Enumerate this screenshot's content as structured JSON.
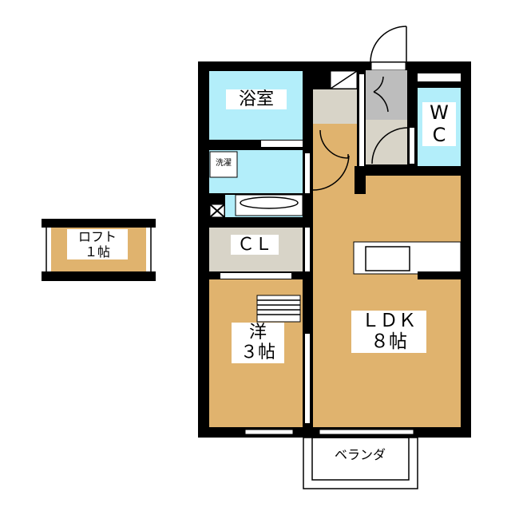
{
  "rooms": {
    "bath": "浴室",
    "wc_line1": "W",
    "wc_line2": "C",
    "laundry": "洗濯",
    "closet": "ＣＬ",
    "western_line1": "洋",
    "western_line2": "３帖",
    "ldk_line1": "ＬＤＫ",
    "ldk_line2": "８帖",
    "balcony": "ベランダ",
    "loft_line1": "ロフト",
    "loft_line2": "１帖"
  },
  "colors": {
    "floor_wood": "#e0b36e",
    "wet_area": "#b3eefa",
    "storage": "#d8d4c8",
    "entrance": "#bdbdbd",
    "wall": "#000000"
  }
}
